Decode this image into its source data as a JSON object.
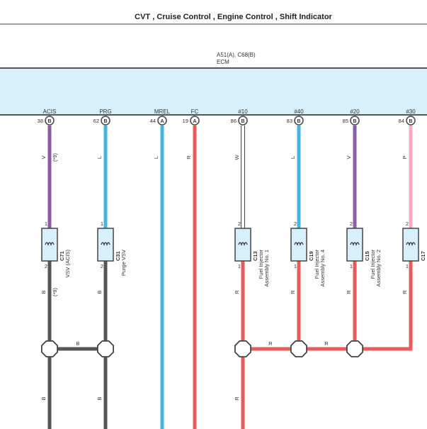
{
  "title": "CVT , Cruise Control , Engine Control , Shift Indicator",
  "ecm": {
    "connectors": "A51(A), C68(B)",
    "name": "ECM"
  },
  "pins": [
    {
      "signal": "ACIS",
      "pin": "38",
      "connector": "B",
      "color": "V",
      "note": "(*9)"
    },
    {
      "signal": "PRG",
      "pin": "62",
      "connector": "B",
      "color": "L",
      "note": ""
    },
    {
      "signal": "MREL",
      "pin": "44",
      "connector": "A",
      "color": "L",
      "note": ""
    },
    {
      "signal": "FC",
      "pin": "19",
      "connector": "A",
      "color": "R",
      "note": ""
    },
    {
      "signal": "#10",
      "pin": "86",
      "connector": "B",
      "color": "W",
      "note": ""
    },
    {
      "signal": "#40",
      "pin": "83",
      "connector": "B",
      "color": "L",
      "note": ""
    },
    {
      "signal": "#20",
      "pin": "85",
      "connector": "B",
      "color": "V",
      "note": ""
    },
    {
      "signal": "#30",
      "pin": "84",
      "connector": "B",
      "color": "P",
      "note": ""
    }
  ],
  "components": [
    {
      "code": "C71",
      "name_lines": [
        "VSV (ACIS)"
      ],
      "pin_top": "1",
      "pin_bottom": "2"
    },
    {
      "code": "C31",
      "name_lines": [
        "Purge VSV"
      ],
      "pin_top": "1",
      "pin_bottom": "2"
    },
    {
      "code": "C13",
      "name_lines": [
        "Fuel Injector",
        "Assembly No. 1"
      ],
      "pin_top": "2",
      "pin_bottom": "1"
    },
    {
      "code": "C19",
      "name_lines": [
        "Fuel Injector",
        "Assembly No. 4"
      ],
      "pin_top": "2",
      "pin_bottom": "1"
    },
    {
      "code": "C15",
      "name_lines": [
        "Fuel Injector",
        "Assembly No. 2"
      ],
      "pin_top": "2",
      "pin_bottom": "1"
    },
    {
      "code": "C17",
      "name_lines": [
        ""
      ],
      "pin_top": "2",
      "pin_bottom": "1"
    }
  ],
  "lower_wires": {
    "acis": {
      "color": "B",
      "note": "(*9)"
    },
    "prg": {
      "color": "B"
    },
    "bridge_b": "B",
    "inj1": "R",
    "inj4": "R",
    "inj2": "R",
    "inj3": "R",
    "bus_r1": "R",
    "bus_r2": "R",
    "bottom_left": "B",
    "bottom_mid": "B",
    "bottom_inj": "R"
  },
  "colors": {
    "violet": "#8b5ca8",
    "blue": "#45b6e0",
    "red": "#e95a5a",
    "white": "#ffffff",
    "pink": "#f4a9c5",
    "black": "#555555",
    "ecm_fill": "#d7f0fb"
  }
}
